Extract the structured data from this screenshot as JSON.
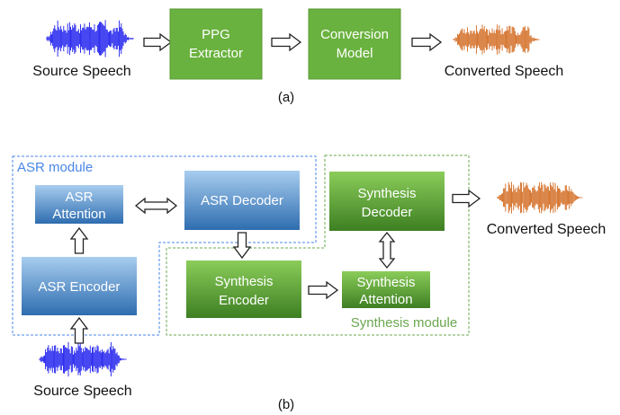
{
  "colors": {
    "green_box_top": "#7dc24e",
    "green_box_bottom": "#3a7d1e",
    "green_box_flat": "#6ab23f",
    "blue_box_top": "#9fc6ea",
    "blue_box_bottom": "#2f6fb3",
    "waveform_blue": "#1a1aee",
    "waveform_orange": "#d2691e",
    "asr_module_border": "#4a86e8",
    "synthesis_module_border": "#6aa84f"
  },
  "part_a": {
    "source_label": "Source Speech",
    "ppg_extractor": [
      "PPG",
      "Extractor"
    ],
    "conversion_model": [
      "Conversion",
      "Model"
    ],
    "converted_label": "Converted Speech",
    "caption": "(a)"
  },
  "part_b": {
    "asr_module_label": "ASR module",
    "synthesis_module_label": "Synthesis module",
    "asr_attention": [
      "ASR",
      "Attention"
    ],
    "asr_decoder": "ASR Decoder",
    "asr_encoder": "ASR Encoder",
    "synthesis_decoder": [
      "Synthesis",
      "Decoder"
    ],
    "synthesis_encoder": [
      "Synthesis",
      "Encoder"
    ],
    "synthesis_attention": [
      "Synthesis",
      "Attention"
    ],
    "converted_label": "Converted Speech",
    "source_label": "Source Speech",
    "caption": "(b)"
  }
}
